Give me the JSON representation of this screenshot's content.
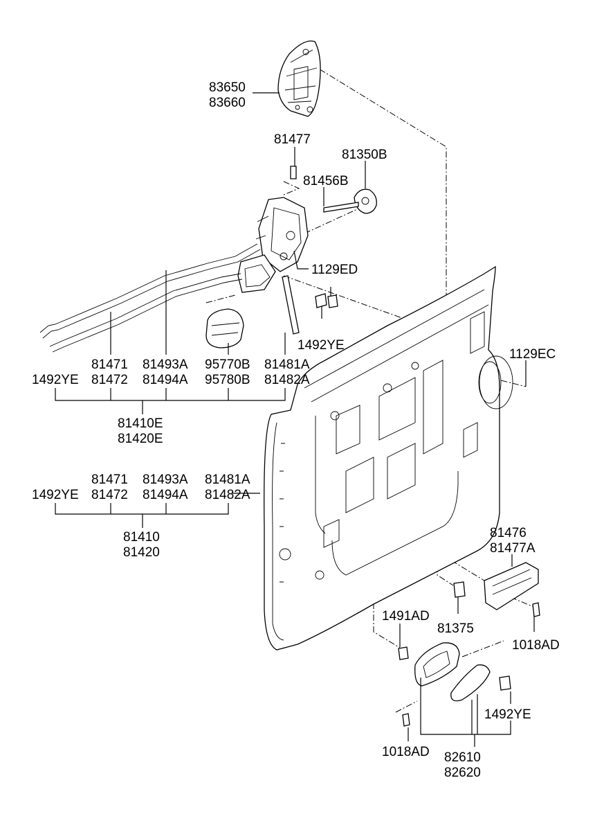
{
  "labels": {
    "p83650": "83650",
    "p83660": "83660",
    "p81477": "81477",
    "p81350B": "81350B",
    "p81456B": "81456B",
    "p1129ED": "1129ED",
    "p1492YE_a": "1492YE",
    "p1129EC": "1129EC",
    "g1_81471": "81471",
    "g1_81472": "81472",
    "g1_81493A": "81493A",
    "g1_81494A": "81494A",
    "g1_95770B": "95770B",
    "g1_95780B": "95780B",
    "g1_81481A": "81481A",
    "g1_81482A": "81482A",
    "g1_1492YE": "1492YE",
    "g1_81410E": "81410E",
    "g1_81420E": "81420E",
    "g2_81471": "81471",
    "g2_81472": "81472",
    "g2_81493A": "81493A",
    "g2_81494A": "81494A",
    "g2_81481A": "81481A",
    "g2_81482A": "81482A",
    "g2_1492YE": "1492YE",
    "g2_81410": "81410",
    "g2_81420": "81420",
    "p81476": "81476",
    "p81477A": "81477A",
    "p1491AD": "1491AD",
    "p81375": "81375",
    "p1018AD_a": "1018AD",
    "p1492YE_b": "1492YE",
    "p1018AD_b": "1018AD",
    "p82610": "82610",
    "p82620": "82620"
  }
}
